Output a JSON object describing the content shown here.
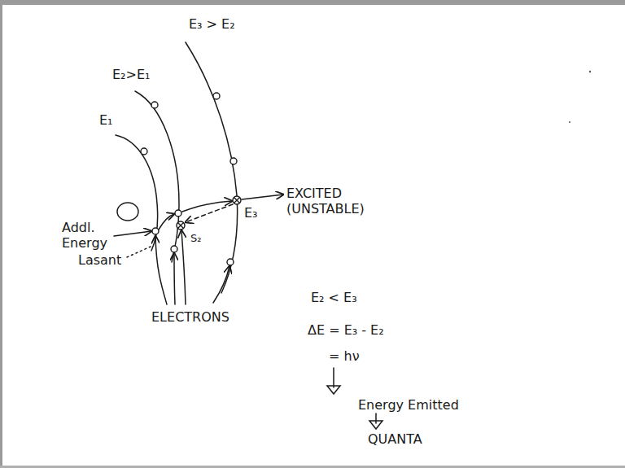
{
  "diagram": {
    "labels": [
      "E₃ > E₂",
      "E₂>E₁",
      "E₁",
      "E₃",
      "EXCITED (UNSTABLE)",
      "Addl. Energy",
      "Lasant",
      "S₂",
      "ELECTRONS",
      "E₂ < E₃",
      "ΔE = E₃ - E₂",
      "= hν",
      "Energy Emitted",
      "QUANTA"
    ]
  }
}
